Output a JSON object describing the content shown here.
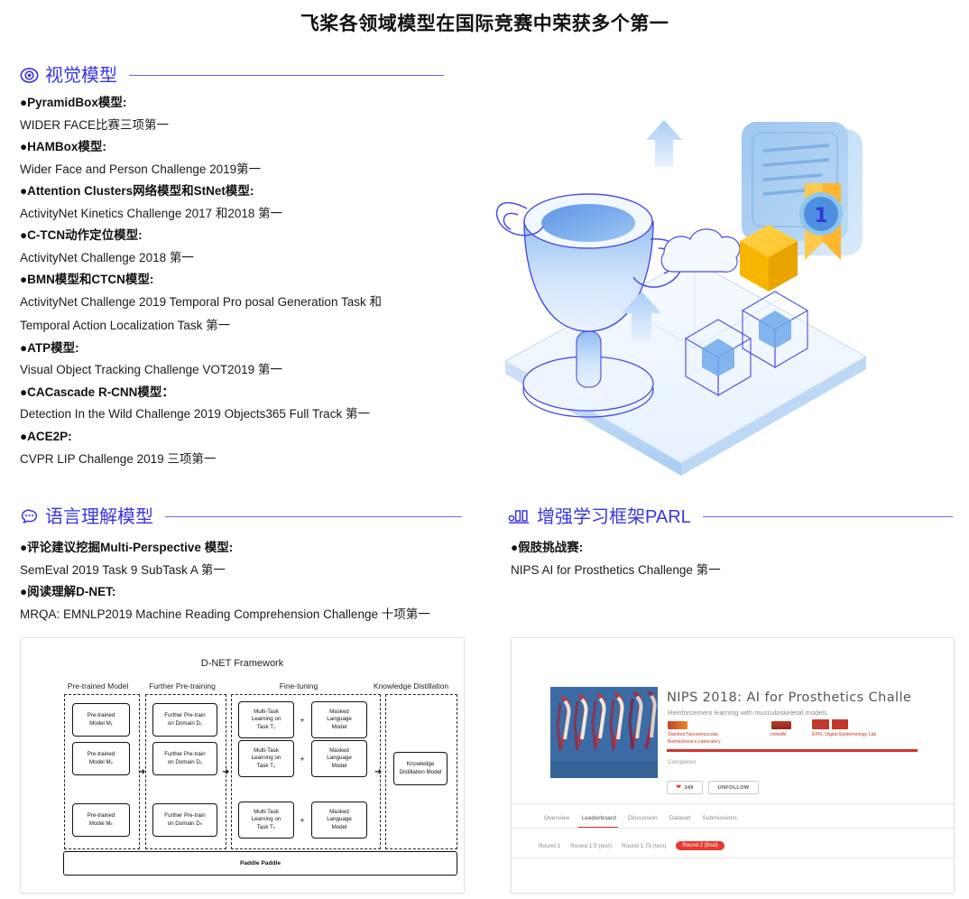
{
  "page": {
    "title": "飞桨各领域模型在国际竞赛中荣获多个第一"
  },
  "colors": {
    "accent_blue": "#3A36E0",
    "rule_blue": "#6a66e8",
    "gold": "#FFC233",
    "red": "#d0342c",
    "text": "#1b1b1b"
  },
  "sections": {
    "vision": {
      "icon": "eye-target-icon",
      "title": "视觉模型",
      "items": [
        {
          "heading": "●PyramidBox模型:",
          "detail": "WIDER FACE比赛三项第一"
        },
        {
          "heading": "●HAMBox模型:",
          "detail": "Wider Face and Person Challenge 2019第一"
        },
        {
          "heading": "●Attention Clusters网络模型和StNet模型:",
          "detail": "ActivityNet Kinetics Challenge 2017 和2018 第一"
        },
        {
          "heading": "●C-TCN动作定位模型:",
          "detail": "ActivityNet Challenge 2018 第一"
        },
        {
          "heading": "●BMN模型和CTCN模型:",
          "detail": "ActivityNet Challenge 2019 Temporal Pro  posal Generation Task 和",
          "detail2": "Temporal Action Localization Task 第一"
        },
        {
          "heading": "●ATP模型:",
          "detail": "Visual Object Tracking Challenge VOT2019 第一"
        },
        {
          "heading": "●CACascade R-CNN模型：",
          "detail": "Detection In the Wild Challenge 2019 Objects365 Full Track 第一"
        },
        {
          "heading": "●ACE2P:",
          "detail": "CVPR LIP Challenge 2019 三项第一"
        }
      ]
    },
    "nlp": {
      "icon": "speech-bubble-icon",
      "title": "语言理解模型",
      "items": [
        {
          "heading": "●评论建议挖掘Multi-Perspective 模型:",
          "detail": "SemEval 2019 Task 9 SubTask A 第一"
        },
        {
          "heading": "●阅读理解D-NET:",
          "detail": "MRQA: EMNLP2019 Machine Reading Comprehension Challenge 十项第一"
        }
      ]
    },
    "parl": {
      "icon": "bar-chart-icon",
      "title": "增强学习框架PARL",
      "items": [
        {
          "heading": "●假肢挑战赛:",
          "detail": "NIPS AI for Prosthetics Challenge  第一"
        }
      ]
    }
  },
  "dnet_diagram": {
    "title": "D-NET Framework",
    "columns": [
      {
        "label": "Pre-trained Model"
      },
      {
        "label": "Further Pre-training"
      },
      {
        "label": "Fine-tuning"
      },
      {
        "label": "Knowledge Distillation"
      }
    ],
    "pretrained_boxes": [
      "Pre-trained\nModel M₁",
      "Pre-trained\nModel M₂",
      "Pre-trained\nModel Mₖ"
    ],
    "further_boxes": [
      "Further Pre-train\non Domain D₁",
      "Further Pre-train\non Domain D₂",
      "Further Pre-train\non Domain Dₙ"
    ],
    "finetune_left": [
      "Multi-Task\nLearning on\nTask T₁",
      "Multi-Task\nLearning on\nTask T₂",
      "Multi-Task\nLearning on\nTask Tₙ"
    ],
    "finetune_right": [
      "Masked\nLanguage\nModel",
      "Masked\nLanguage\nModel",
      "Masked\nLanguage\nModel"
    ],
    "plus_symbol": "+",
    "arrow_symbol": "➜",
    "distillation_box": "Knowledge\nDistillation Model",
    "footer_bar": "Paddle Paddle"
  },
  "nips_screenshot": {
    "heading": "NIPS 2018: AI for Prosthetics Challe",
    "subtitle": "Reinforcement learning with musculoskeletal models",
    "orgs": [
      "Stanford Neuromuscular\nBiomechanics Laboratory",
      "crowdAI",
      "EPFL Digital Epidemiology Lab"
    ],
    "status": "Completed",
    "like_count": "349",
    "follow_label": "UNFOLLOW",
    "tabs": [
      "Overview",
      "Leaderboard",
      "Discussion",
      "Dataset",
      "Submissions"
    ],
    "active_tab": "Leaderboard",
    "rounds": [
      "Round 1",
      "Round 1.5 (test)",
      "Round 1.75 (test)",
      "Round 2 (final)"
    ],
    "active_round": "Round 2 (final)"
  },
  "illustration": {
    "name": "award-trophy-isometric-illustration",
    "medal_number": "1",
    "elements": [
      "trophy-cup",
      "certificate-card",
      "gold-medal-badge",
      "cloud",
      "up-arrow",
      "orange-cube",
      "wireframe-cube",
      "isometric-platform"
    ]
  }
}
